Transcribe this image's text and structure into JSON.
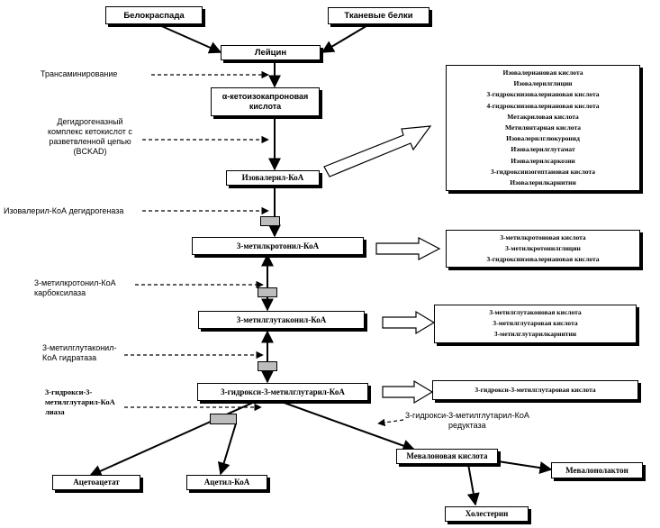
{
  "boxes": {
    "belokraspada": "Белокраспада",
    "tkanevye_belki": "Тканевые белки",
    "leicin": "Лейцин",
    "keto_acid": "α-кетоизокапроновая кислота",
    "isovaleryl_coa": "Изовалерил-КоА",
    "methylcrotonyl_coa": "3-метилкротонил-КоА",
    "methylglutaconyl_coa": "3-метилглутаконил-КоА",
    "hmg_coa": "3-гидрокси-3-метилглутарил-КоА",
    "acetoacetate": "Ацетоацетат",
    "acetyl_coa": "Ацетил-КоА",
    "mevalonic_acid": "Мевалоновая кислота",
    "mevalonolactone": "Мевалонолактон",
    "cholesterol": "Холестерин"
  },
  "lists": {
    "isovaleryl_products": [
      "Изовалериановая кислота",
      "Изовалерилглицин",
      "3-гидроксиизовалериановая кислота",
      "4-гидроксиизовалериановая кислота",
      "Метакриловая кислота",
      "Метилянтарная кислота",
      "Изовалерилглюкуронид",
      "Изовалерилглутамат",
      "Изовалерилсаркозин",
      "3-гидроксиизогептановая кислота",
      "Изовалерилкарнитин"
    ],
    "methylcrotonyl_products": [
      "3-метилкротоновая кислота",
      "3-метилкротонилглицин",
      "3-гидроксиизовалериановая кислота"
    ],
    "methylglutaconyl_products": [
      "3-метилглутаконовая кислота",
      "3-метилглутаровая кислота",
      "3-метилглутарилкарнитин"
    ],
    "hmg_products": [
      "3-гидрокси-3-метилглутаровая кислота"
    ]
  },
  "labels": {
    "transamination": "Трансаминирование",
    "bckad_line1": "Дегидрогеназный",
    "bckad_line2": "комплекс кетокислот с",
    "bckad_line3": "разветвленной цепью",
    "bckad_line4": "(BCKAD)",
    "ivd": "Изовалерил-КоА дегидрогеназа",
    "mcc_line1": "3-метилкротонил-КоА",
    "mcc_line2": "карбоксилаза",
    "mgh_line1": "3-метилглутаконил-",
    "mgh_line2": "КоА гидратаза",
    "hmgl_line1": "3-гидрокси-3-",
    "hmgl_line2": "метилглутарил-КоА",
    "hmgl_line3": "лиаза",
    "hmgr_line1": "3-гидрокси-3-метилглутарил-КоА",
    "hmgr_line2": "редуктаза"
  },
  "colors": {
    "line": "#000000",
    "enzyme_fill": "#bdbdbd",
    "background": "#ffffff"
  }
}
